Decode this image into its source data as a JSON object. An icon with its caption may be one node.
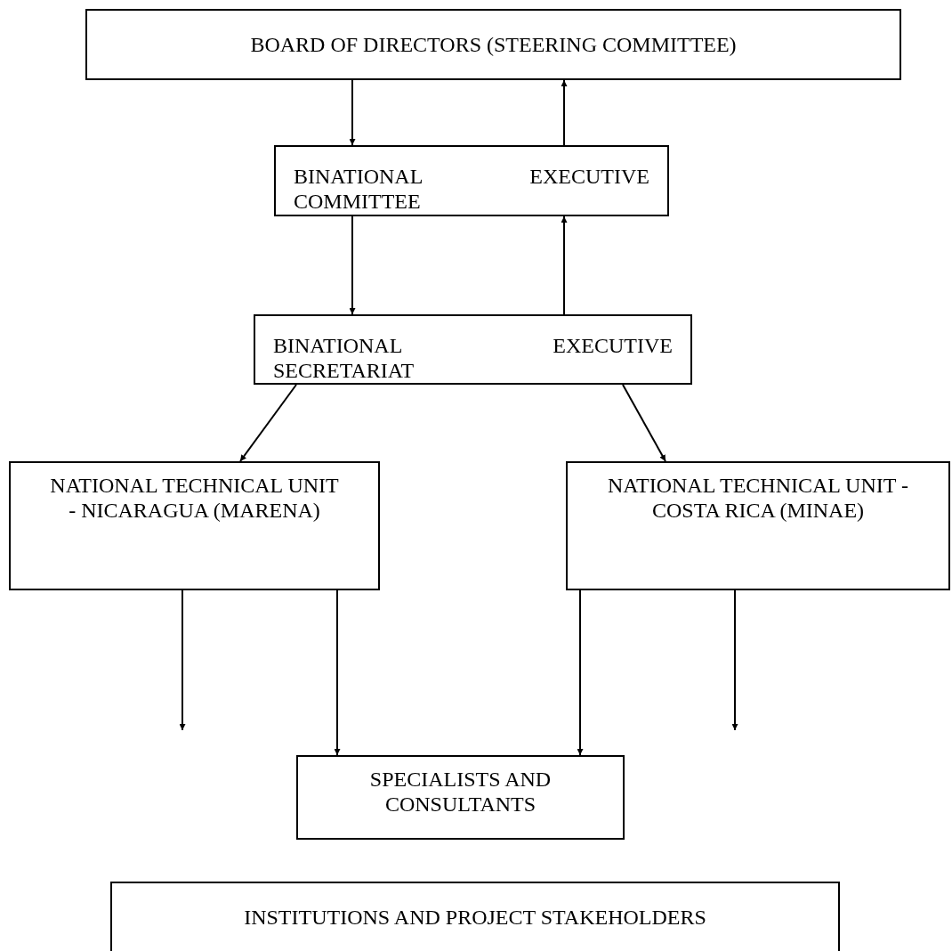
{
  "diagram": {
    "nodes": [
      {
        "text": [
          "BOARD OF DIRECTORS (STEERING COMMITTEE)"
        ]
      },
      {
        "text": [
          "BINATIONAL EXECUTIVE COMMITTEE"
        ]
      },
      {
        "text": [
          "BINATIONAL EXECUTIVE SECRETARIAT"
        ]
      },
      {
        "text": [
          "NATIONAL TECHNICAL UNIT - NICARAGUA (MARENA)"
        ]
      },
      {
        "text": [
          "NATIONAL TECHNICAL UNIT - COSTA RICA (MINAE)"
        ]
      },
      {
        "text": [
          "SPECIALISTS AND CONSULTANTS"
        ]
      },
      {
        "text": [
          "INSTITUTIONS AND PROJECT STAKEHOLDERS"
        ]
      }
    ],
    "edges": [
      {
        "from": 0,
        "to": 1,
        "arrow": "to"
      },
      {
        "from": 1,
        "to": 0,
        "arrow": "to"
      },
      {
        "from": 1,
        "to": 2,
        "arrow": "to"
      },
      {
        "from": 2,
        "to": 1,
        "arrow": "to"
      },
      {
        "from": 2,
        "to": 3,
        "arrow": "to"
      },
      {
        "from": 2,
        "to": 4,
        "arrow": "to"
      },
      {
        "from": 3,
        "to": null,
        "arrow": "to"
      },
      {
        "from": 3,
        "to": 5,
        "arrow": "to"
      },
      {
        "from": 4,
        "to": 5,
        "arrow": "to"
      },
      {
        "from": 4,
        "to": null,
        "arrow": "to"
      }
    ]
  }
}
